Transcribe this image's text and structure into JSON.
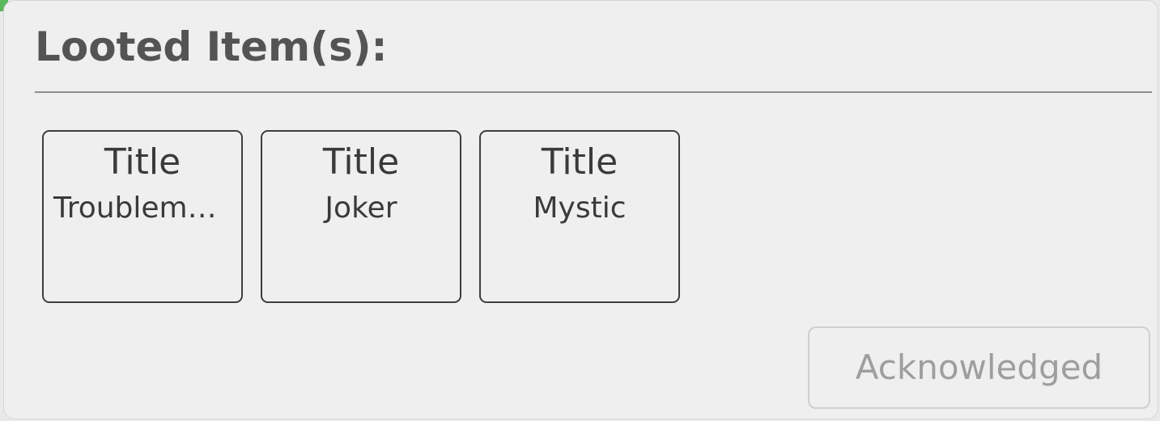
{
  "dialog": {
    "title": "Looted Item(s):",
    "items": [
      {
        "title": "Title",
        "name": "Troublemaker"
      },
      {
        "title": "Title",
        "name": "Joker"
      },
      {
        "title": "Title",
        "name": "Mystic"
      }
    ],
    "acknowledge_label": "Acknowledged",
    "acknowledge_disabled": true
  }
}
